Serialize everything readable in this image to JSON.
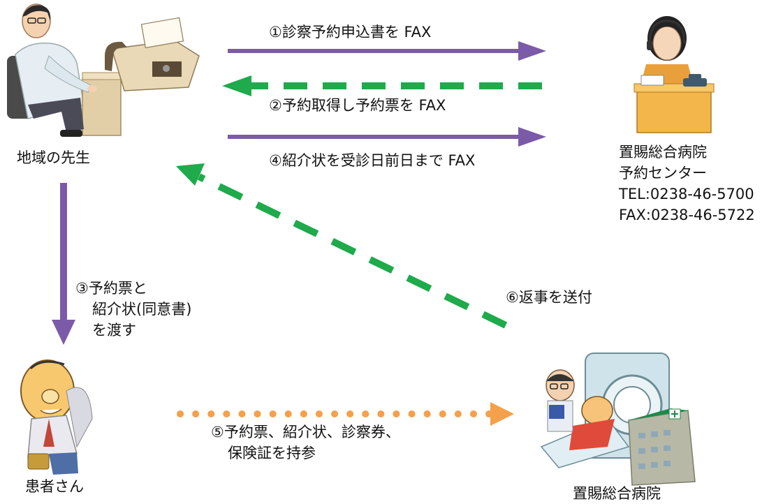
{
  "colors": {
    "purple": "#7b5ba8",
    "green": "#1faa4b",
    "orange": "#f5a04a"
  },
  "nodes": {
    "doctor": {
      "label": "地域の先生"
    },
    "center": {
      "name": "置賜総合病院",
      "sub": "予約センター",
      "tel": "TEL:0238-46-5700",
      "fax": "FAX:0238-46-5722"
    },
    "patient": {
      "label": "患者さん"
    },
    "hospital": {
      "label": "置賜総合病院"
    }
  },
  "steps": {
    "s1": "①診察予約申込書を FAX",
    "s2": "②予約取得し予約票を FAX",
    "s3_line1": "③予約票と",
    "s3_line2": "紹介状(同意書)",
    "s3_line3": "を渡す",
    "s4": "④紹介状を受診日前日まで FAX",
    "s5_line1": "⑤予約票、紹介状、診察券、",
    "s5_line2": "保険証を持参",
    "s6": "⑥返事を送付"
  }
}
